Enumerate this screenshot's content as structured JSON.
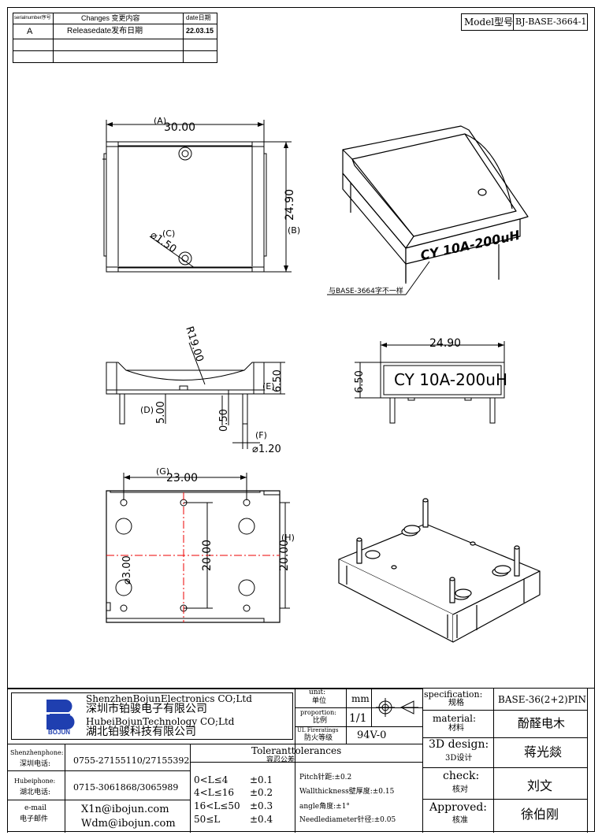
{
  "revision": {
    "headers": [
      "serialnumber序号",
      "Changes 变更内容",
      "date日期"
    ],
    "rows": [
      {
        "serial": "A",
        "change": "Releasedate发布日期",
        "date": "22.03.15"
      },
      {
        "serial": "",
        "change": "",
        "date": ""
      },
      {
        "serial": "",
        "change": "",
        "date": ""
      }
    ]
  },
  "model": {
    "label": "Model型号",
    "value": "BJ-BASE-3664-1"
  },
  "dims": {
    "top_a_label": "(A)",
    "top_a": "30.00",
    "top_b": "24.90",
    "top_b_label": "(B)",
    "top_c_label": "(C)",
    "top_c": "⌀1.50",
    "side_r": "R19.00",
    "side_e": "6.50",
    "side_e_label": "(E)",
    "side_d_label": "(D)",
    "side_d": "5.00",
    "side_050": "0.50",
    "side_f_label": "(F)",
    "side_f": "⌀1.20",
    "front_w": "24.90",
    "front_h": "6.50",
    "bot_g_label": "(G)",
    "bot_g": "23.00",
    "bot_20a": "20.00",
    "bot_20b": "20.00",
    "bot_h_label": "(H)",
    "bot_d3": "⌀3.00"
  },
  "marking": "CY 10A-200uH",
  "note_3d": "与BASE-3664字不一样",
  "title_block": {
    "company_en1": "ShenzhenBojunElectronics CO;Ltd",
    "company_cn1": "深圳市铂骏电子有限公司",
    "company_en2": "HubeiBojunTechnology CO;Ltd",
    "company_cn2": "湖北铂骏科技有限公司",
    "logo_text": "BOJUN",
    "unit_label_en": "unit:",
    "unit_label_cn": "单位",
    "unit_value": "mm",
    "proportion_en": "proportion:",
    "proportion_cn": "比例",
    "proportion_value": "1/1",
    "fire_en": "UL Fireratings",
    "fire_cn": "防火等级",
    "fire_value": "94V-0",
    "spec_en": "specification:",
    "spec_cn": "规格",
    "spec_value": "BASE-36(2+2)PIN",
    "material_en": "material:",
    "material_cn": "材料",
    "material_value": "酚醛电木",
    "design_en": "3D design:",
    "design_cn": "3D设计",
    "design_value": "蒋光燚",
    "check_en": "check:",
    "check_cn": "核对",
    "check_value": "刘文",
    "approved_en": "Approved:",
    "approved_cn": "核准",
    "approved_value": "徐伯刚",
    "sz_phone_en": "Shenzhenphone:",
    "sz_phone_cn": "深圳电话:",
    "sz_phone": "0755-27155110/27155392",
    "hb_phone_en": "Hubeiphone:",
    "hb_phone_cn": "湖北电话:",
    "hb_phone": "0715-3061868/3065989",
    "email_en": "e-mail",
    "email_cn": "电子邮件",
    "email1": "X1n@ibojun.com",
    "email2": "Wdm@ibojun.com",
    "tol_title_en": "Toleranttolerances",
    "tol_title_cn": "容忍公差",
    "tol_rows": [
      {
        "range": "0<L≤4",
        "value": "±0.1"
      },
      {
        "range": "4<L≤16",
        "value": "±0.2"
      },
      {
        "range": "16<L≤50",
        "value": "±0.3"
      },
      {
        "range": "50≤L",
        "value": "±0.4"
      }
    ],
    "tol_notes": [
      "Pitch针距:±0.2",
      "Wallthickness壁厚度:±0.15",
      "angle角度:±1°",
      "Needlediameter针径:±0.05"
    ]
  }
}
